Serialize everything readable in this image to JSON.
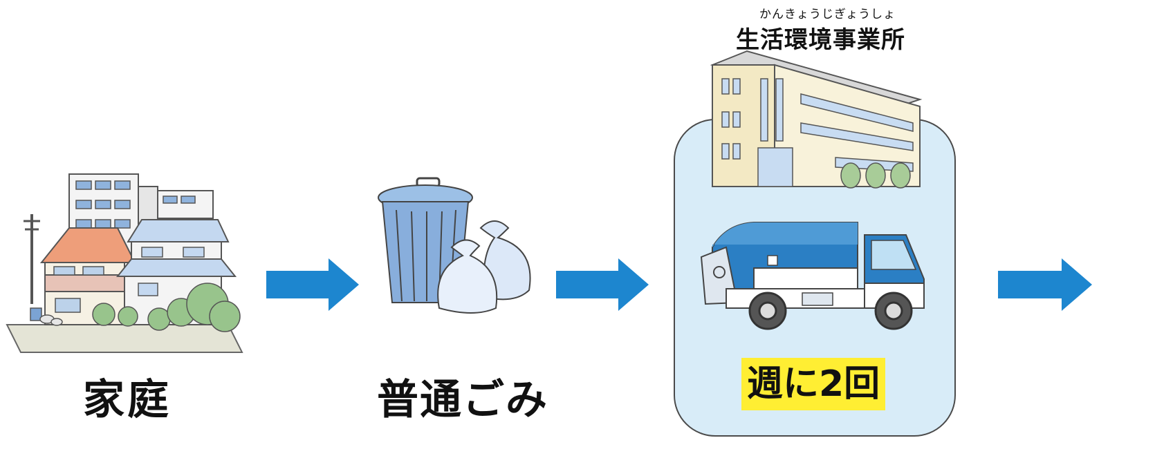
{
  "flow": {
    "home_label": "家庭",
    "garbage_label": "普通ごみ",
    "office": {
      "reading": "かんきょうじぎょうしょ",
      "name": "生活環境事業所"
    },
    "frequency": "週に2回"
  },
  "icons": [
    "houses-icon",
    "trash-can-icon",
    "garbage-bags-icon",
    "office-building-icon",
    "garbage-truck-icon",
    "arrow-right-icon"
  ],
  "colors": {
    "arrow": "#1d86cf",
    "panel": "#d8ecf8",
    "highlight": "#ffee33"
  }
}
